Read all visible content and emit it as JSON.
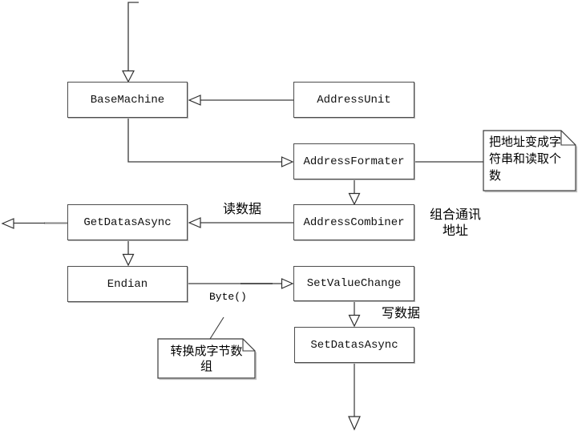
{
  "diagram": {
    "type": "flow-diagram",
    "background": "#ffffff",
    "colors": {
      "box_fill": "#ffffff",
      "box_border": "#4d4d4d",
      "connector_gray": "#868686",
      "connector_dark": "#3a3a3a",
      "note_border": "#3a3a3a",
      "text": "#000000"
    },
    "nodes": {
      "base_machine": "BaseMachine",
      "address_unit": "AddressUnit",
      "address_formater": "AddressFormater",
      "get_datas_async": "GetDatasAsync",
      "address_combiner": "AddressCombiner",
      "endian": "Endian",
      "set_value_change": "SetValueChange",
      "set_datas_async": "SetDatasAsync"
    },
    "edge_labels": {
      "read_data": "读数据",
      "combine_line1": "组合通讯",
      "combine_line2": "地址",
      "byte_call": "Byte()",
      "write_data": "写数据"
    },
    "notes": {
      "address_formater_note": {
        "lines": [
          "把地址变成字",
          "符串和读取个",
          "数"
        ]
      },
      "endian_note": {
        "lines": [
          "转换成字节数",
          "组"
        ]
      }
    }
  }
}
